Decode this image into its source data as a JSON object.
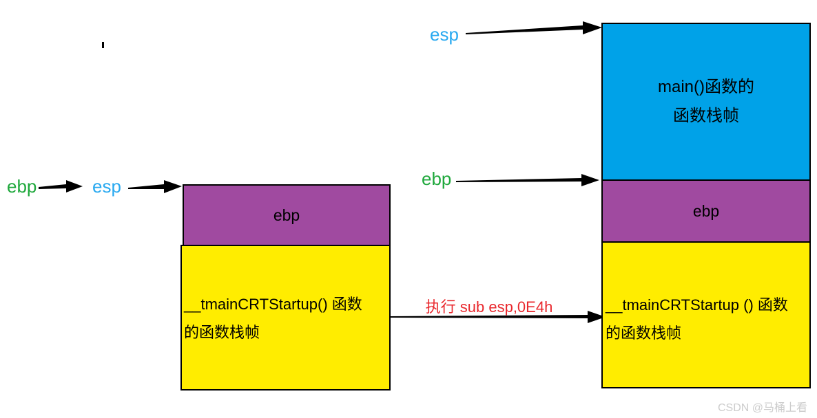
{
  "left_group": {
    "ebp_label": "ebp",
    "esp_label": "esp",
    "stack": {
      "ebp_cell": "ebp",
      "frame_line1": "__tmainCRTStartup() 函数",
      "frame_line2": "的函数栈帧"
    }
  },
  "middle": {
    "instruction": "执行 sub esp,0E4h"
  },
  "right_group": {
    "esp_label": "esp",
    "ebp_label": "ebp",
    "stack": {
      "main_frame_line1": "main()函数的",
      "main_frame_line2": "函数栈帧",
      "ebp_cell": "ebp",
      "frame_line1": "__tmainCRTStartup () 函数",
      "frame_line2": "的函数栈帧"
    }
  },
  "watermark": "CSDN @马桶上看",
  "colors": {
    "purple": "#A04AA0",
    "blue": "#00A2E8",
    "yellow": "#FFED00",
    "green_text": "#1FA83C",
    "blue_text": "#29A9F0",
    "red_text": "#E9282D",
    "watermark": "#CCCCCC"
  }
}
